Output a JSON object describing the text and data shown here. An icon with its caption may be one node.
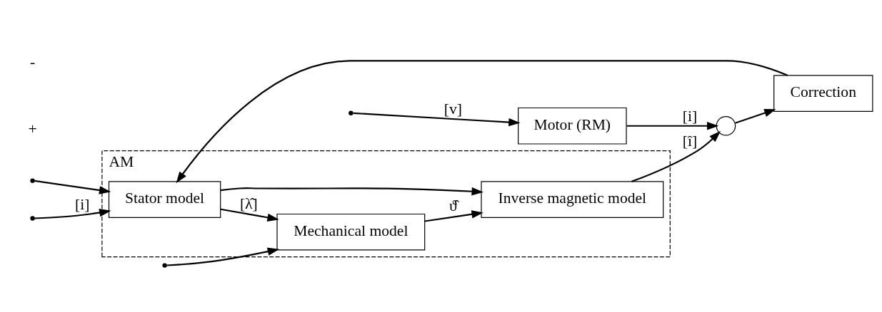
{
  "diagram": {
    "nodes": [
      {
        "text": [
          "Motor (RM)"
        ]
      },
      {
        "text": [],
        "shape": "circle"
      },
      {
        "text": [
          "Correction"
        ]
      },
      {
        "text": [
          "AM"
        ]
      },
      {
        "text": [
          "Stator model"
        ],
        "in": 3
      },
      {
        "text": [
          "Mechanical model"
        ],
        "in": 3
      },
      {
        "text": [
          "Inverse magnetic model"
        ],
        "in": 3
      }
    ],
    "edges": [
      {
        "from": null,
        "to": 0,
        "arrow": "to",
        "label": "[v]"
      },
      {
        "from": null,
        "to": 4,
        "arrow": "to"
      },
      {
        "from": null,
        "to": 4,
        "arrow": "to",
        "label": "[i]"
      },
      {
        "from": null,
        "to": 5,
        "arrow": "to"
      },
      {
        "from": 4,
        "to": 5,
        "arrow": "to",
        "label": "[λ̂]"
      },
      {
        "from": 4,
        "to": 6,
        "arrow": "to"
      },
      {
        "from": 5,
        "to": 6,
        "arrow": "to",
        "label": "ϑ̂"
      },
      {
        "from": 0,
        "to": 1,
        "arrow": "to",
        "label": "[i]"
      },
      {
        "from": 6,
        "to": 1,
        "arrow": "to",
        "label": "[î]"
      },
      {
        "from": 1,
        "to": 2,
        "arrow": "to"
      },
      {
        "from": 2,
        "to": 4,
        "arrow": "to"
      }
    ],
    "labels": [
      "+",
      "-"
    ]
  }
}
